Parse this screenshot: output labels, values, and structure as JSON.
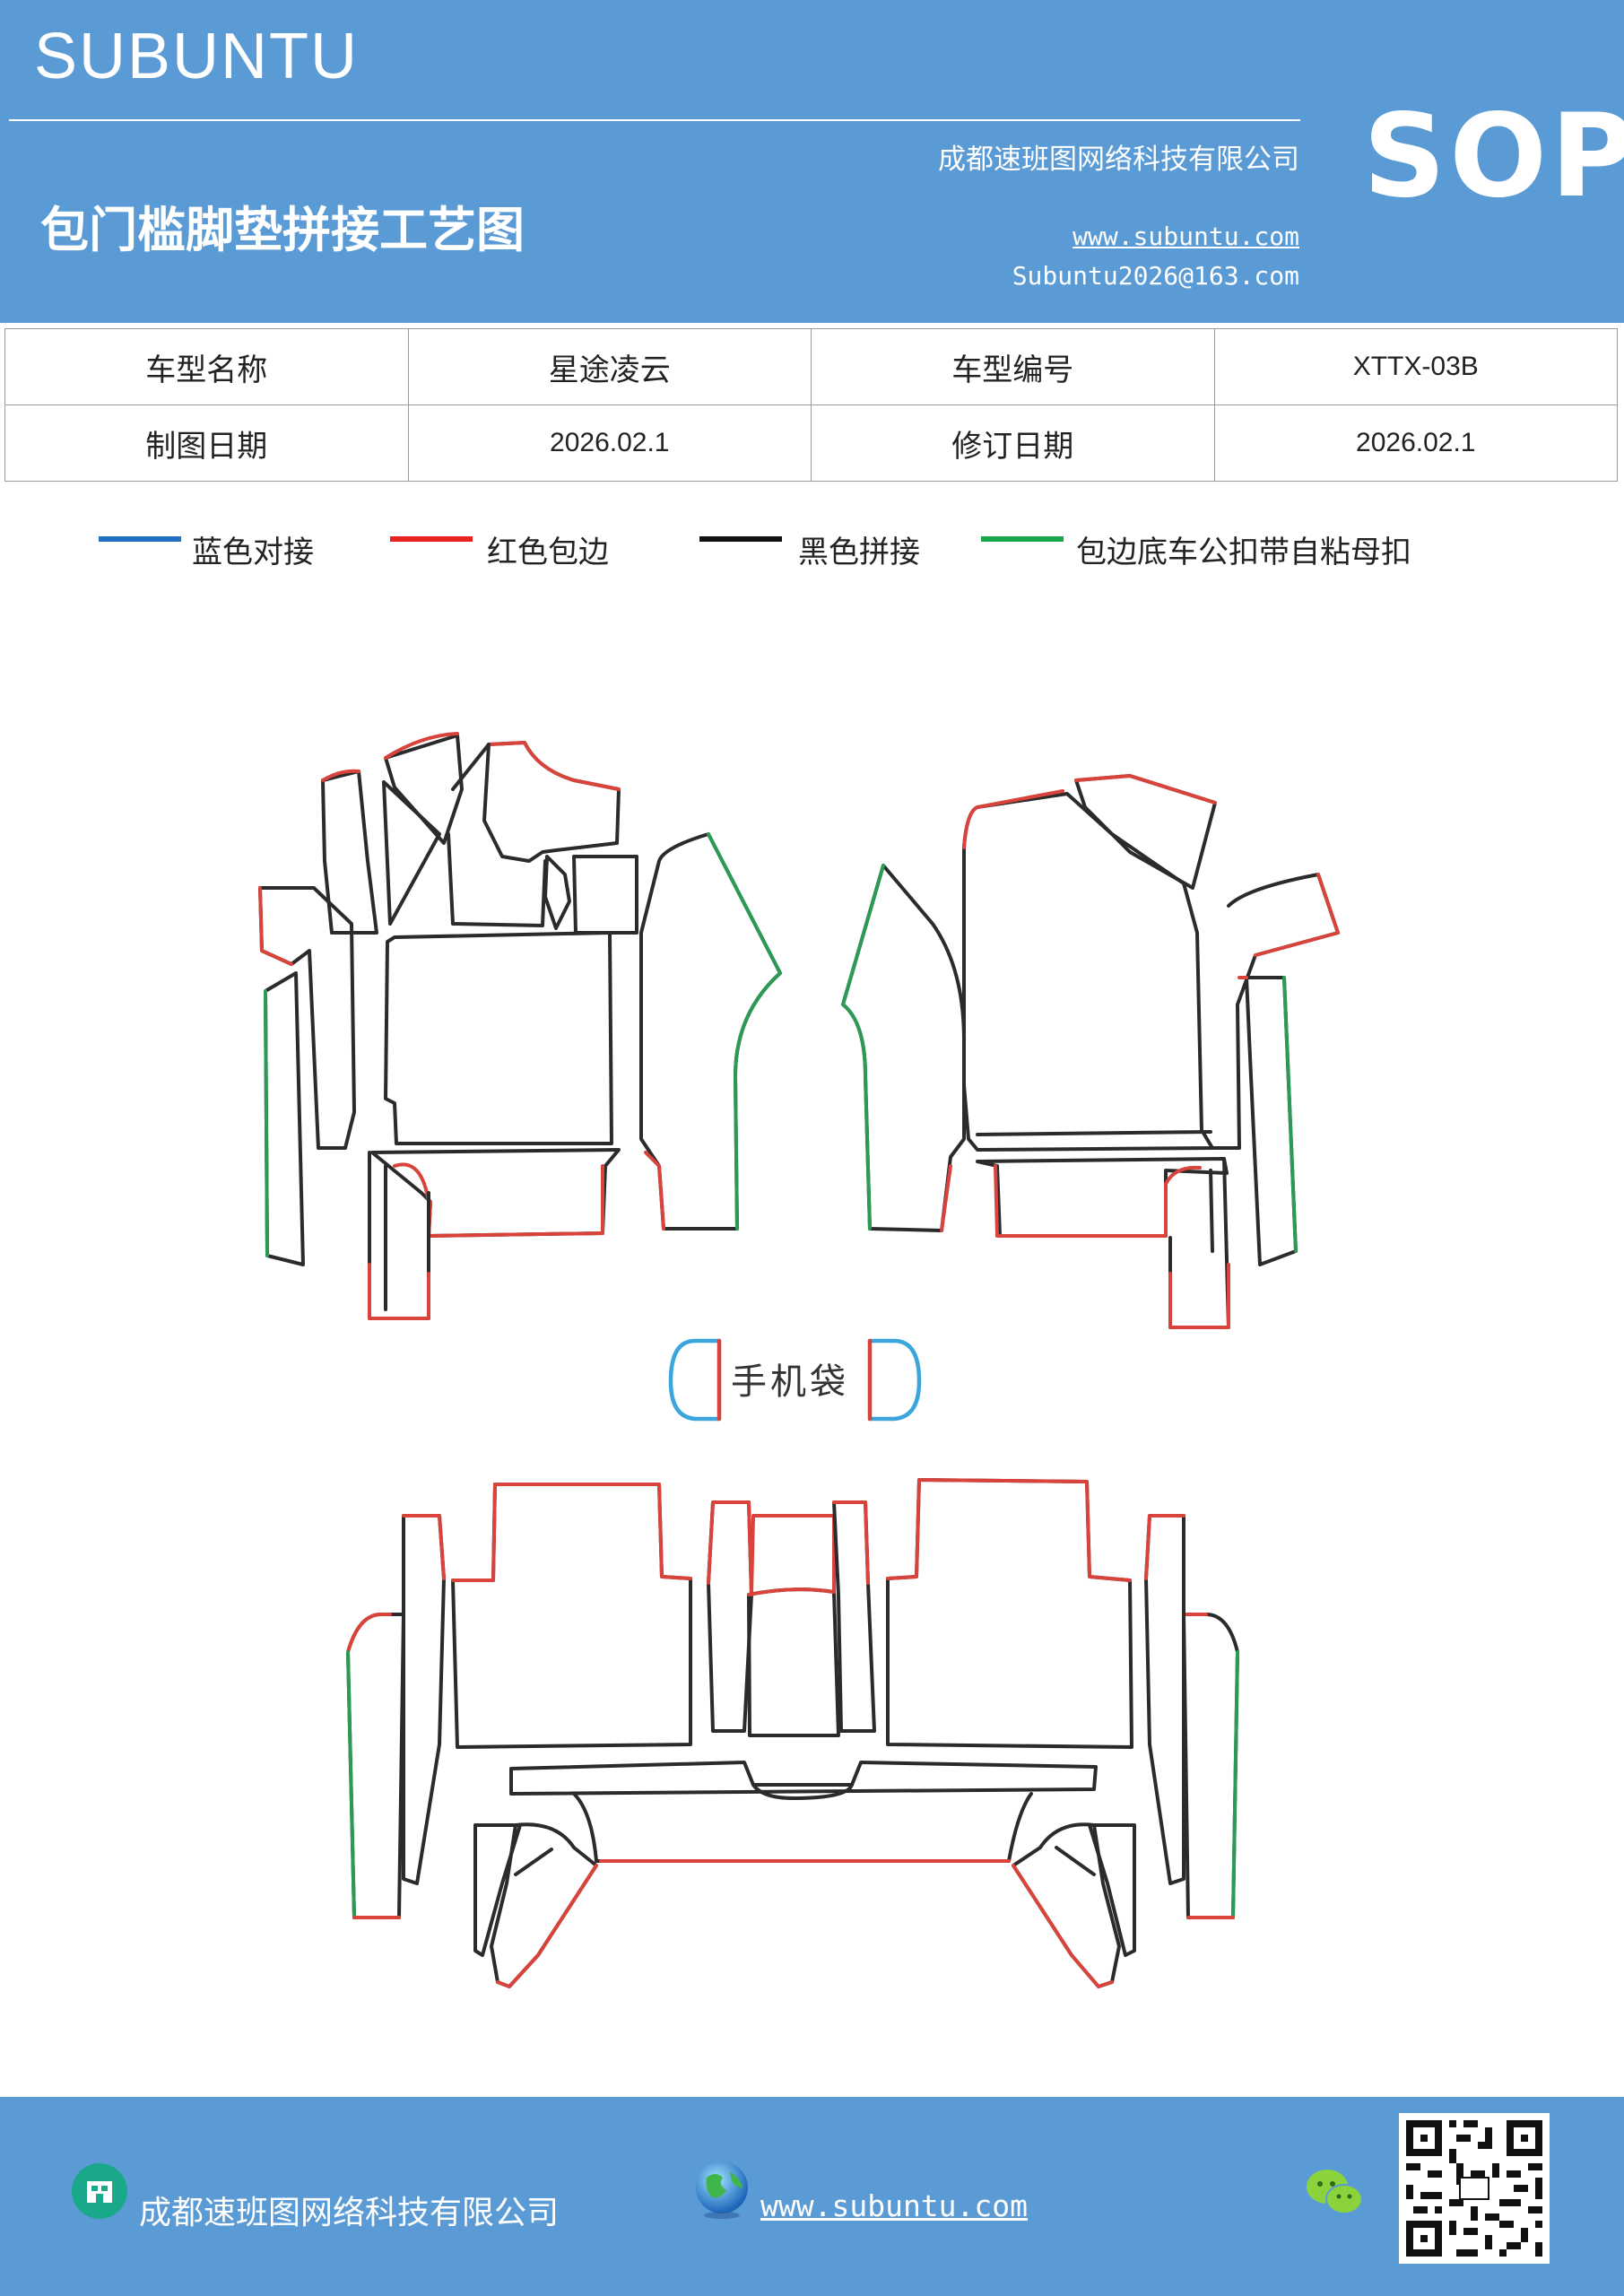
{
  "header": {
    "brand": "SUBUNTU",
    "title": "包门槛脚垫拼接工艺图",
    "company": "成都速班图网络科技有限公司",
    "website": "www.subuntu.com",
    "email": "Subuntu2026@163.com",
    "badge": "SOP"
  },
  "info_table": {
    "rows": [
      [
        "车型名称",
        "星途凌云",
        "车型编号",
        "XTTX-03B"
      ],
      [
        "制图日期",
        "2026.02.1",
        "修订日期",
        "2026.02.1"
      ]
    ]
  },
  "legend": [
    {
      "label": "蓝色对接",
      "color": "#1f6fc2"
    },
    {
      "label": "红色包边",
      "color": "#e8221c"
    },
    {
      "label": "黑色拼接",
      "color": "#111111"
    },
    {
      "label": "包边底车公扣带自粘母扣",
      "color": "#1aa64a"
    }
  ],
  "diagram": {
    "pocket_label": "手机袋",
    "colors": {
      "black": "#2b2b2b",
      "red": "#d8443c",
      "green": "#2b9a55",
      "blue": "#3aa6dc"
    }
  },
  "footer": {
    "company": "成都速班图网络科技有限公司",
    "website": "www.subuntu.com"
  }
}
